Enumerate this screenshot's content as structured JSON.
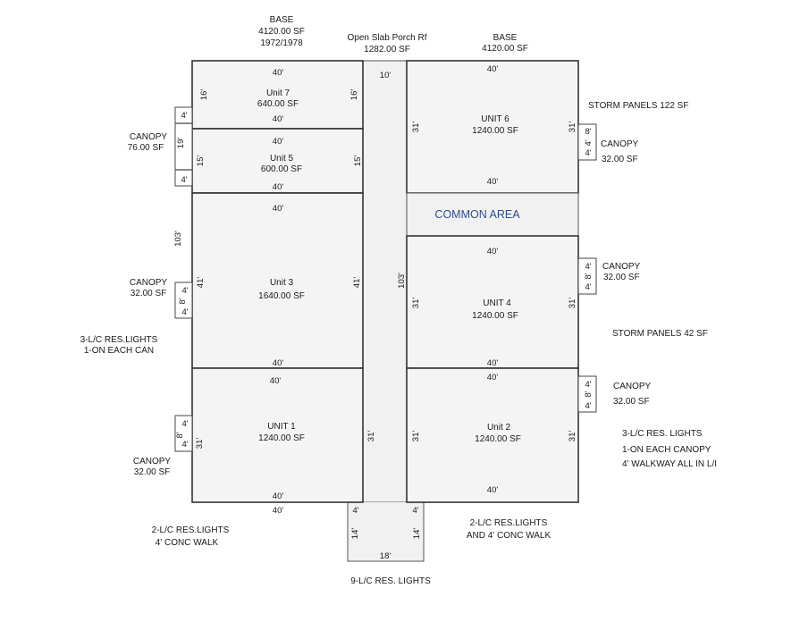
{
  "colors": {
    "line": "#333333",
    "fill": "#f4f4f4",
    "common_text": "#2e4f8c"
  },
  "header": {
    "base_left": [
      "BASE",
      "4120.00 SF",
      "1972/1978"
    ],
    "porch": [
      "Open Slab Porch Rf",
      "1282.00 SF"
    ],
    "base_right": [
      "BASE",
      "4120.00 SF"
    ]
  },
  "units": {
    "unit7": {
      "name": "Unit  7",
      "area": "640.00 SF",
      "top": "40'",
      "bottom": "40'",
      "left": "16'",
      "right": "16'"
    },
    "unit5": {
      "name": "Unit  5",
      "area": "600.00 SF",
      "top": "40'",
      "bottom": "40'",
      "left": "15'",
      "right": "15'"
    },
    "unit3": {
      "name": "Unit 3",
      "area": "1640.00 SF",
      "top": "40'",
      "bottom": "40'",
      "left": "41'",
      "right": "41'"
    },
    "unit1": {
      "name": "UNIT  1",
      "area": "1240.00 SF",
      "top": "40'",
      "bottom": "40'",
      "left": "31'",
      "right": "31'"
    },
    "unit6": {
      "name": "UNIT  6",
      "area": "1240.00 SF",
      "top": "40'",
      "bottom": "40'",
      "left": "31'",
      "right": "31'"
    },
    "unit4": {
      "name": "UNIT  4",
      "area": "1240.00 SF",
      "top": "40'",
      "bottom": "40'",
      "left": "31'",
      "right": "31'"
    },
    "unit2": {
      "name": "Unit  2",
      "area": "1240.00 SF",
      "top": "40'",
      "bottom": "40'",
      "left": "31'",
      "right": "31'"
    }
  },
  "common_area": "COMMON AREA",
  "dims": {
    "left_outer_bottom": "40'",
    "left_height": "103'",
    "porch_height": "103'",
    "porch_top": "10'",
    "stoop_left_top": "4'",
    "stoop_right_top": "4'",
    "stoop_left_side": "14'",
    "stoop_right_side": "14'",
    "stoop_bottom": "18'"
  },
  "canopies": {
    "left_upper": {
      "label": [
        "CANOPY",
        "76.00 SF"
      ],
      "d1": "4'",
      "d2": "19'",
      "d3": "4'"
    },
    "left_mid": {
      "label": [
        "CANOPY",
        "32.00 SF"
      ],
      "d1": "4'",
      "d2": "8'",
      "d3": "4'"
    },
    "left_lower": {
      "label": [
        "CANOPY",
        "32.00 SF"
      ],
      "d1": "4'",
      "d2": "8'",
      "d3": "4'"
    },
    "right_upper": {
      "label": [
        "CANOPY",
        "32.00 SF"
      ],
      "d1": "8'",
      "d2": "4'",
      "d3": "4'"
    },
    "right_mid": {
      "label": [
        "CANOPY",
        "32.00 SF"
      ],
      "d1": "4'",
      "d2": "8'",
      "d3": "4'"
    },
    "right_lower": {
      "label": [
        "CANOPY",
        "32.00 SF"
      ],
      "d1": "4'",
      "d2": "8'",
      "d3": "4'"
    }
  },
  "notes": {
    "storm_panels_top": "STORM PANELS 122 SF",
    "storm_panels_mid": "STORM PANELS 42 SF",
    "left_lights": [
      "3-L/C RES.LIGHTS",
      "1-ON EACH CAN"
    ],
    "right_lights": [
      "3-L/C RES. LIGHTS",
      "1-ON EACH CANOPY",
      "4' WALKWAY ALL IN L/I"
    ],
    "left_walk": [
      "2-L/C RES.LIGHTS",
      "4' CONC WALK"
    ],
    "right_walk": [
      "2-L/C RES.LIGHTS",
      "AND 4' CONC WALK"
    ],
    "bottom_lights": "9-L/C RES. LIGHTS"
  }
}
